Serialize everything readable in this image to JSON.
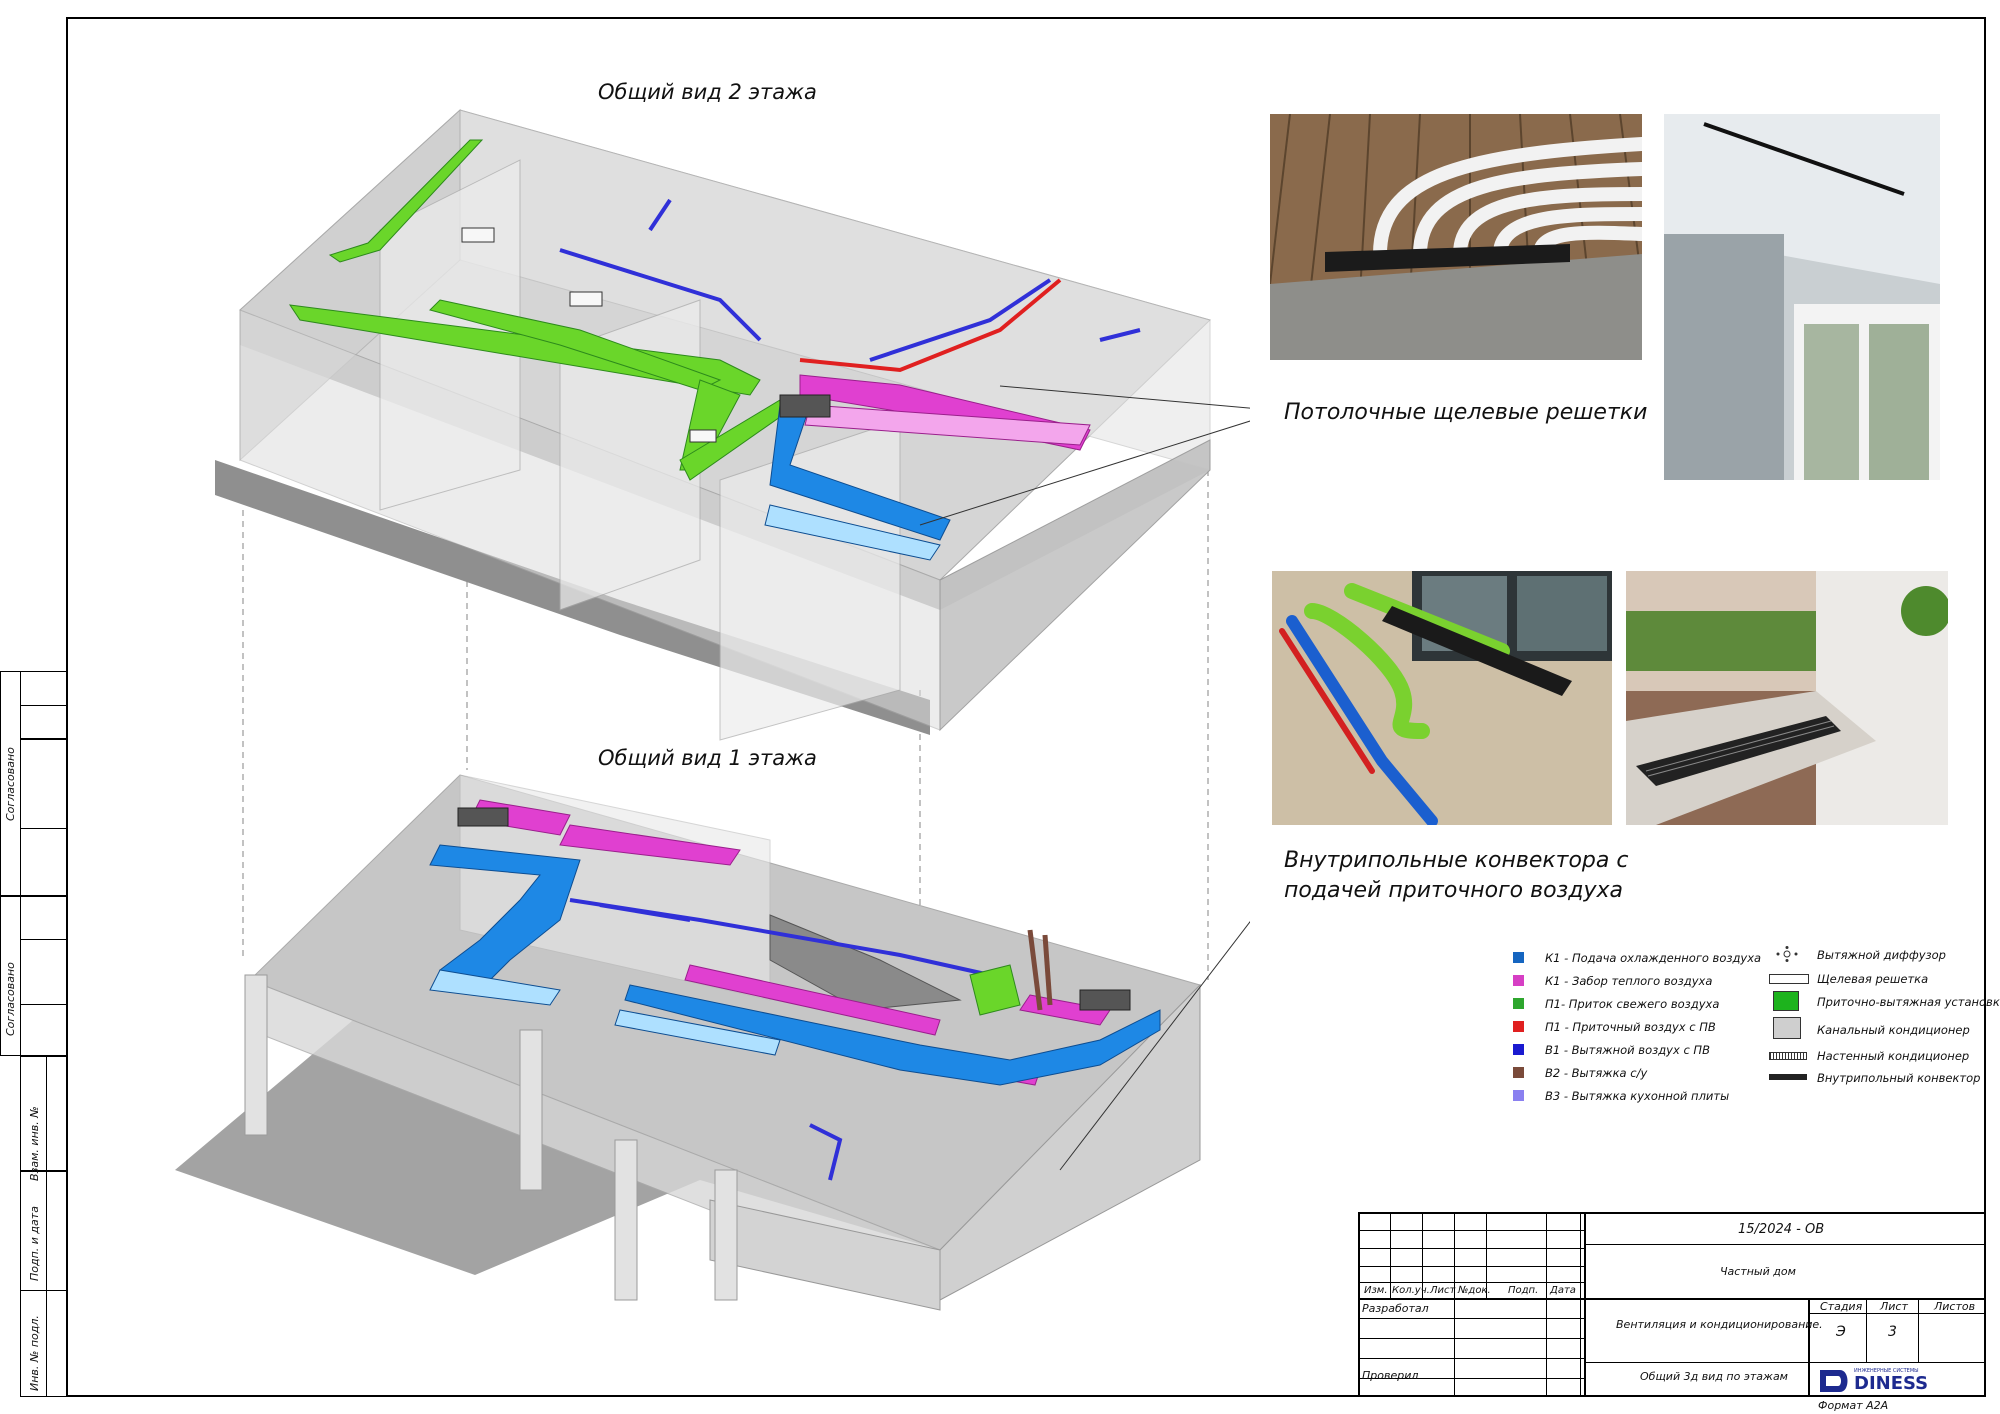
{
  "titles": {
    "floor2": "Общий вид 2 этажа",
    "floor1": "Общий вид 1 этажа"
  },
  "callouts": {
    "ceiling_slots": "Потолочные щелевые решетки",
    "floor_convectors_line1": "Внутрипольные конвектора с",
    "floor_convectors_line2": "подачей приточного воздуха"
  },
  "legend": {
    "ducts": [
      {
        "label": "К1 - Подача охлажденного воздуха",
        "color": "#1565c0"
      },
      {
        "label": "К1 - Забор теплого воздуха",
        "color": "#d63fc4"
      },
      {
        "label": "П1- Приток свежего воздуха",
        "color": "#2ea62e"
      },
      {
        "label": "П1 - Приточный воздух с ПВ",
        "color": "#e02020"
      },
      {
        "label": "В1 - Вытяжной воздух с ПВ",
        "color": "#1a1ad0"
      },
      {
        "label": "В2 - Вытяжка с/у",
        "color": "#7a4a3a"
      },
      {
        "label": "В3 - Вытяжка кухонной плиты",
        "color": "#8a80f0"
      }
    ],
    "equipment": [
      {
        "label": "Вытяжной диффузор",
        "icon": "diffuser-icon"
      },
      {
        "label": "Щелевая решетка",
        "icon": "slot-grille-icon"
      },
      {
        "label": "Приточно-вытяжная установка",
        "icon": "ahu-icon"
      },
      {
        "label": "Канальный кондиционер",
        "icon": "duct-ac-icon"
      },
      {
        "label": "Настенный кондиционер",
        "icon": "wall-ac-icon"
      },
      {
        "label": "Внутрипольный конвектор",
        "icon": "floor-convector-icon"
      }
    ]
  },
  "side_strip": {
    "approved_1": "Согласовано",
    "approved_2": "Согласовано",
    "inv_replace": "Взам. инв. №",
    "sign_date": "Подп. и дата",
    "inv_orig": "Инв. № подл."
  },
  "title_block": {
    "doc_code": "15/2024 - ОВ",
    "object": "Частный дом",
    "section": "Вентиляция и кондиционирование.",
    "sheet_title": "Общий 3д вид по этажам",
    "headers": [
      "Изм.",
      "Кол.уч.",
      "Лист",
      "№док.",
      "Подп.",
      "Дата"
    ],
    "developed": "Разработал",
    "checked": "Проверил",
    "stage_label": "Стадия",
    "sheet_label": "Лист",
    "sheets_label": "Листов",
    "stage_value": "Э",
    "sheet_value": "3",
    "sheets_value": "",
    "company": "DINESS",
    "company_sub": "ИНЖЕНЕРНЫЕ СИСТЕМЫ",
    "format": "Формат А2А"
  },
  "colors": {
    "cool": "#1e88e5",
    "warm": "#e040d0",
    "fresh": "#6ad62a",
    "supply": "#e02020",
    "exhaust": "#3030d8"
  }
}
